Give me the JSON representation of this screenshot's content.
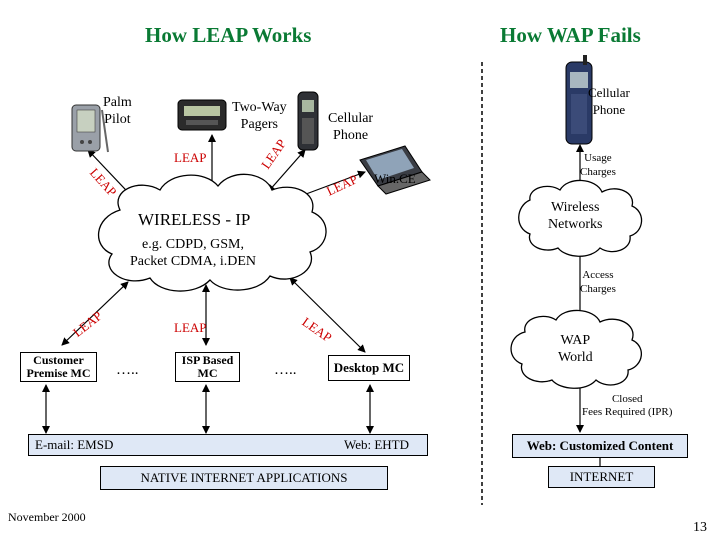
{
  "titles": {
    "left": "How LEAP Works",
    "right": "How WAP Fails"
  },
  "devices": {
    "palm_pilot": "Palm\nPilot",
    "two_way_pagers": "Two-Way\nPagers",
    "cellular_phone": "Cellular\nPhone",
    "win_ce": "Win.CE",
    "wap_cellular_phone": "Cellular\nPhone"
  },
  "leap_label": "LEAP",
  "cloud": {
    "title": "WIRELESS - IP",
    "subtitle": "e.g. CDPD, GSM,\nPacket CDMA, i.DEN"
  },
  "nodes": {
    "customer_premise": "Customer\nPremise MC",
    "ellipsis": "…..",
    "isp_based": "ISP Based\nMC",
    "desktop": "Desktop MC"
  },
  "bars": {
    "email": "E-mail: EMSD",
    "web": "Web: EHTD",
    "native": "NATIVE INTERNET APPLICATIONS"
  },
  "wap": {
    "usage_charges": "Usage\nCharges",
    "wireless_networks": "Wireless\nNetworks",
    "access_charges": "Access\nCharges",
    "wap_world": "WAP\nWorld",
    "closed_fees": "Closed\nFees Required (IPR)",
    "customized_content": "Web: Customized Content",
    "internet": "INTERNET"
  },
  "footer": {
    "date": "November 2000",
    "page": "13"
  },
  "colors": {
    "title": "#0a7a34",
    "leap": "#cc0000",
    "highlight_box": "#dfe8f6"
  }
}
